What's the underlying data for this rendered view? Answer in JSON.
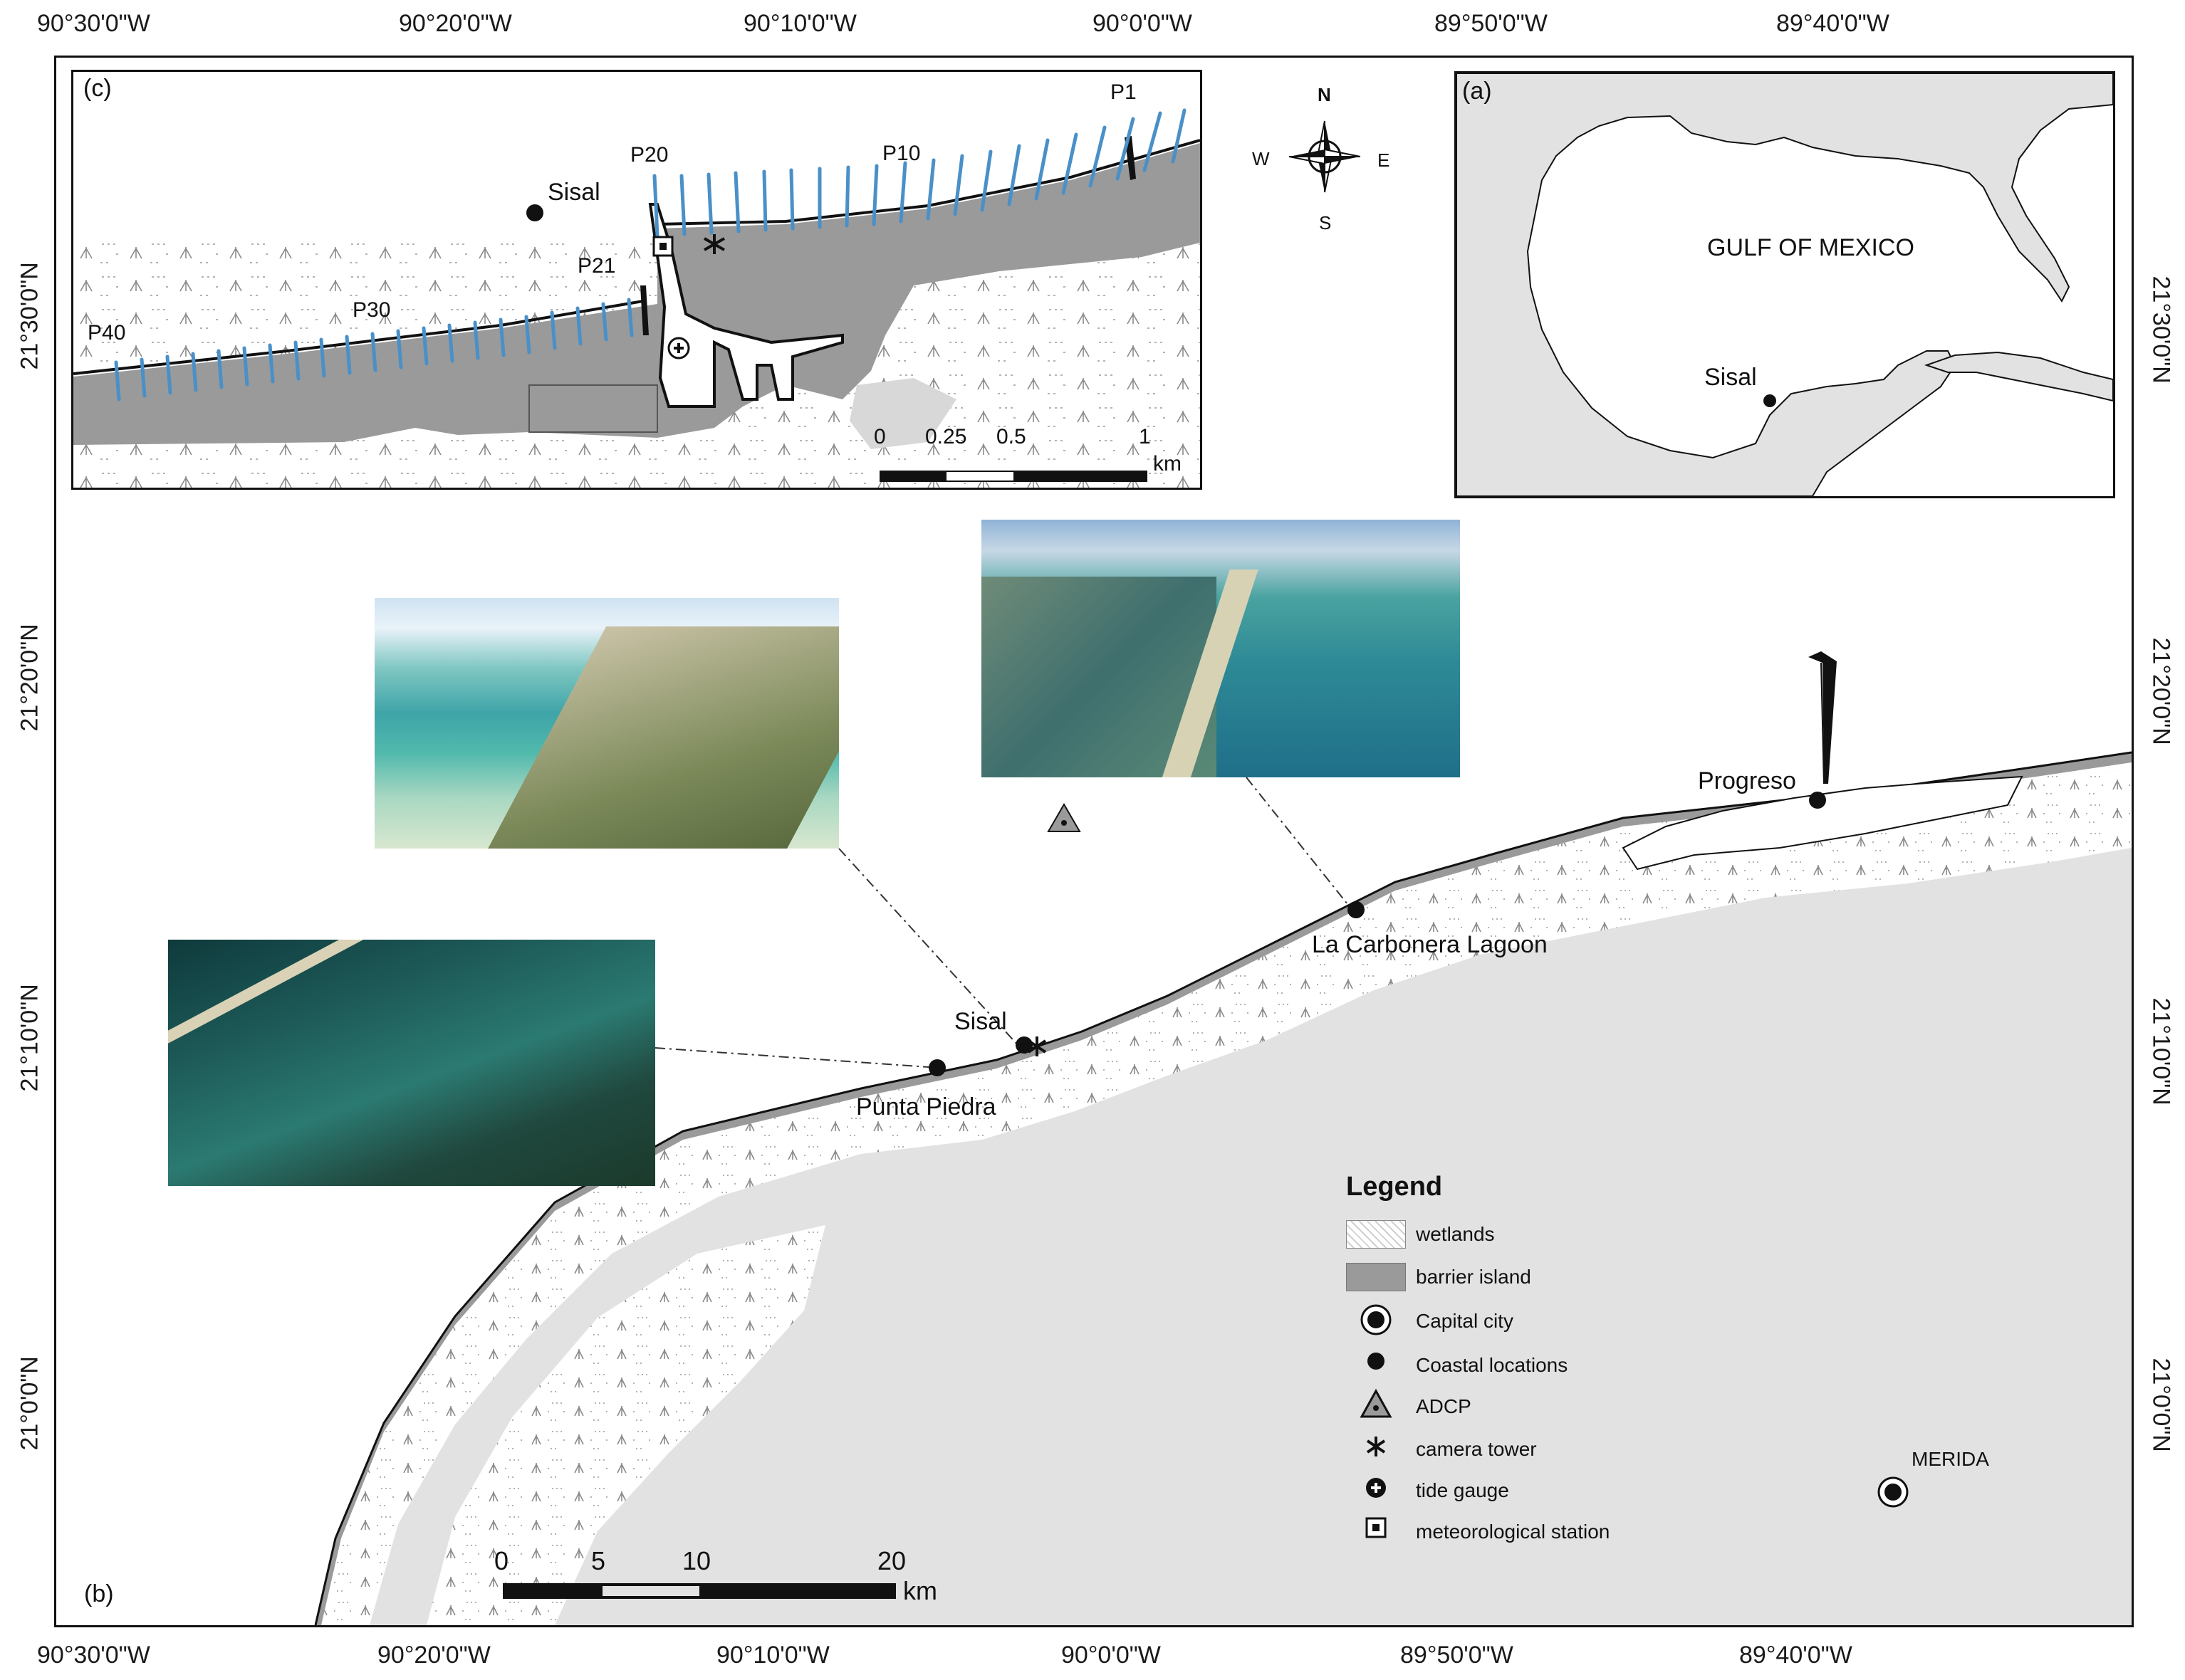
{
  "coords": {
    "top": [
      "90°30'0\"W",
      "90°20'0\"W",
      "90°10'0\"W",
      "90°0'0\"W",
      "89°50'0\"W",
      "89°40'0\"W"
    ],
    "bottom": [
      "90°30'0\"W",
      "90°20'0\"W",
      "90°10'0\"W",
      "90°0'0\"W",
      "89°50'0\"W",
      "89°40'0\"W"
    ],
    "left": [
      "21°30'0\"N",
      "21°20'0\"N",
      "21°10'0\"N",
      "21°0'0\"N"
    ],
    "right": [
      "21°30'0\"N",
      "21°20'0\"N",
      "21°10'0\"N",
      "21°0'0\"N"
    ]
  },
  "panel_a": {
    "letter": "(a)",
    "sea_label": "GULF OF MEXICO",
    "town": "Sisal"
  },
  "panel_c": {
    "letter": "(c)",
    "town": "Sisal",
    "profiles": [
      "P1",
      "P10",
      "P20",
      "P21",
      "P30",
      "P40"
    ],
    "scale_ticks": [
      "0",
      "0.25",
      "0.5",
      "1"
    ],
    "scale_unit": "km"
  },
  "panel_b": {
    "letter": "(b)",
    "places": {
      "progreso": "Progreso",
      "carbonera": "La Carbonera Lagoon",
      "sisal": "Sisal",
      "punta_piedra": "Punta Piedra",
      "merida": "MERIDA"
    },
    "scale_ticks": [
      "0",
      "5",
      "10",
      "20"
    ],
    "scale_unit": "km"
  },
  "compass": {
    "n": "N",
    "s": "S",
    "e": "E",
    "w": "W"
  },
  "legend": {
    "title": "Legend",
    "items": [
      "wetlands",
      "barrier island",
      "Capital city",
      "Coastal locations",
      "ADCP",
      "camera tower",
      "tide gauge",
      "meteorological station"
    ]
  },
  "colors": {
    "land": "#e2e2e2",
    "barrier_island": "#9a9a9a",
    "profile_line": "#4a90c8",
    "sea": "#ffffff"
  }
}
